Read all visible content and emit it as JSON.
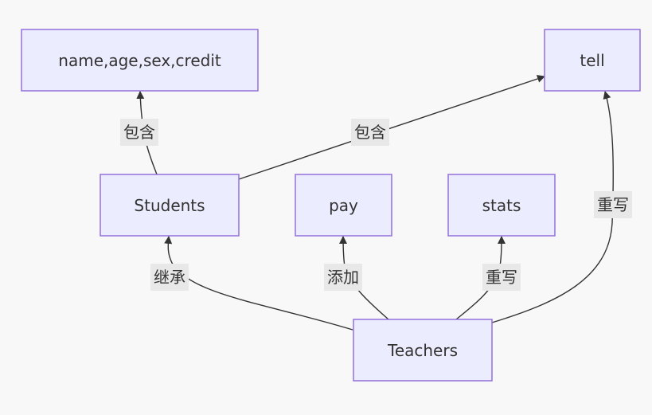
{
  "nodes": {
    "attrs": "name,age,sex,credit",
    "tell": "tell",
    "students": "Students",
    "pay": "pay",
    "stats": "stats",
    "teachers": "Teachers"
  },
  "edges": {
    "students_attrs": "包含",
    "students_tell": "包含",
    "teachers_students": "继承",
    "teachers_pay": "添加",
    "teachers_stats": "重写",
    "teachers_tell": "重写"
  },
  "colors": {
    "node_fill": "#ececff",
    "node_stroke": "#9370db",
    "edge": "#333333",
    "label_bg": "#e8e8e8",
    "background": "#f8f8f8"
  }
}
